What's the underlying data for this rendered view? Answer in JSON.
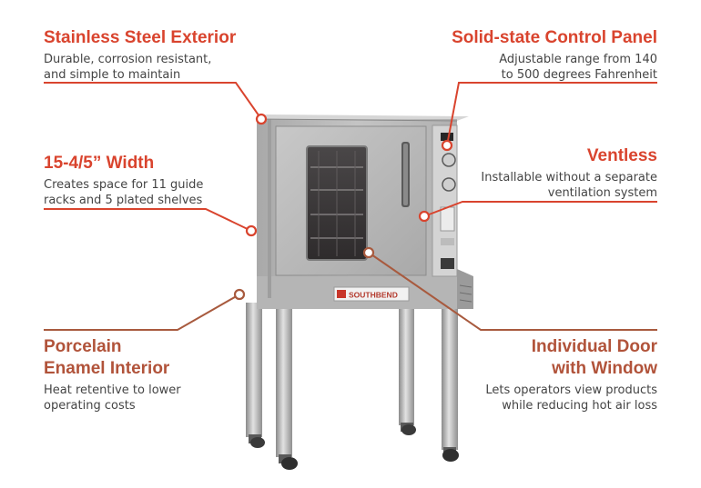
{
  "callouts": {
    "stainless": {
      "title": "Stainless Steel Exterior",
      "desc": "Durable, corrosion resistant, and simple to maintain"
    },
    "width": {
      "title": "15-4/5” Width",
      "desc": "Creates space for 11 guide racks and 5 plated shelves"
    },
    "porcelain": {
      "title_line1": "Porcelain",
      "title_line2": "Enamel Interior",
      "desc": "Heat retentive to lower operating costs"
    },
    "control": {
      "title": "Solid-state Control Panel",
      "desc_line1": "Adjustable range from 140",
      "desc_line2": "to 500 degrees Fahrenheit"
    },
    "ventless": {
      "title": "Ventless",
      "desc": "Installable without a separate ventilation system"
    },
    "door": {
      "title_line1": "Individual Door",
      "title_line2": "with Window",
      "desc": "Lets operators view products while reducing hot air loss"
    }
  },
  "oven": {
    "brand": "SOUTHBEND"
  },
  "colors": {
    "accent_red": "#d9442e",
    "accent_brown": "#b1533a",
    "steel": "#b9b9b9"
  }
}
